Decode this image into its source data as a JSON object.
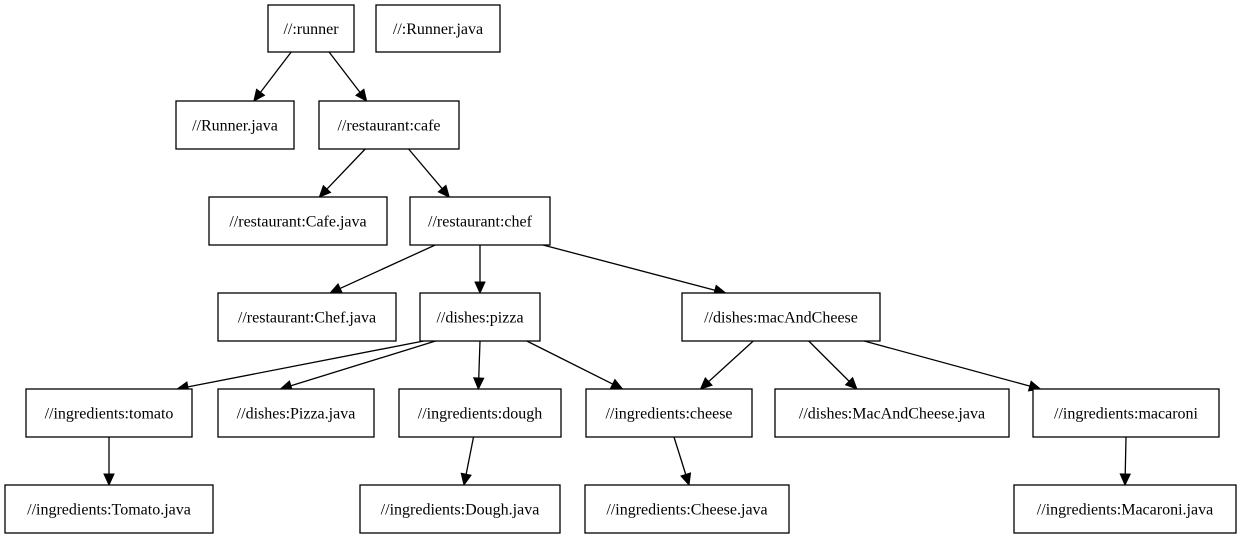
{
  "graph": {
    "nodes": [
      {
        "id": "runner",
        "label": "//:runner"
      },
      {
        "id": "runner_java_root",
        "label": "//:Runner.java"
      },
      {
        "id": "runner_java",
        "label": "//Runner.java"
      },
      {
        "id": "restaurant_cafe",
        "label": "//restaurant:cafe"
      },
      {
        "id": "cafe_java",
        "label": "//restaurant:Cafe.java"
      },
      {
        "id": "restaurant_chef",
        "label": "//restaurant:chef"
      },
      {
        "id": "chef_java",
        "label": "//restaurant:Chef.java"
      },
      {
        "id": "dishes_pizza",
        "label": "//dishes:pizza"
      },
      {
        "id": "dishes_mac",
        "label": "//dishes:macAndCheese"
      },
      {
        "id": "ing_tomato",
        "label": "//ingredients:tomato"
      },
      {
        "id": "pizza_java",
        "label": "//dishes:Pizza.java"
      },
      {
        "id": "ing_dough",
        "label": "//ingredients:dough"
      },
      {
        "id": "ing_cheese",
        "label": "//ingredients:cheese"
      },
      {
        "id": "mac_java",
        "label": "//dishes:MacAndCheese.java"
      },
      {
        "id": "ing_macaroni",
        "label": "//ingredients:macaroni"
      },
      {
        "id": "tomato_java",
        "label": "//ingredients:Tomato.java"
      },
      {
        "id": "dough_java",
        "label": "//ingredients:Dough.java"
      },
      {
        "id": "cheese_java",
        "label": "//ingredients:Cheese.java"
      },
      {
        "id": "macaroni_java",
        "label": "//ingredients:Macaroni.java"
      }
    ],
    "edges": [
      {
        "from": "runner",
        "to": "runner_java"
      },
      {
        "from": "runner",
        "to": "restaurant_cafe"
      },
      {
        "from": "restaurant_cafe",
        "to": "cafe_java"
      },
      {
        "from": "restaurant_cafe",
        "to": "restaurant_chef"
      },
      {
        "from": "restaurant_chef",
        "to": "chef_java"
      },
      {
        "from": "restaurant_chef",
        "to": "dishes_pizza"
      },
      {
        "from": "restaurant_chef",
        "to": "dishes_mac"
      },
      {
        "from": "dishes_pizza",
        "to": "ing_tomato"
      },
      {
        "from": "dishes_pizza",
        "to": "pizza_java"
      },
      {
        "from": "dishes_pizza",
        "to": "ing_dough"
      },
      {
        "from": "dishes_pizza",
        "to": "ing_cheese"
      },
      {
        "from": "dishes_mac",
        "to": "ing_cheese"
      },
      {
        "from": "dishes_mac",
        "to": "mac_java"
      },
      {
        "from": "dishes_mac",
        "to": "ing_macaroni"
      },
      {
        "from": "ing_tomato",
        "to": "tomato_java"
      },
      {
        "from": "ing_dough",
        "to": "dough_java"
      },
      {
        "from": "ing_cheese",
        "to": "cheese_java"
      },
      {
        "from": "ing_macaroni",
        "to": "macaroni_java"
      }
    ]
  }
}
